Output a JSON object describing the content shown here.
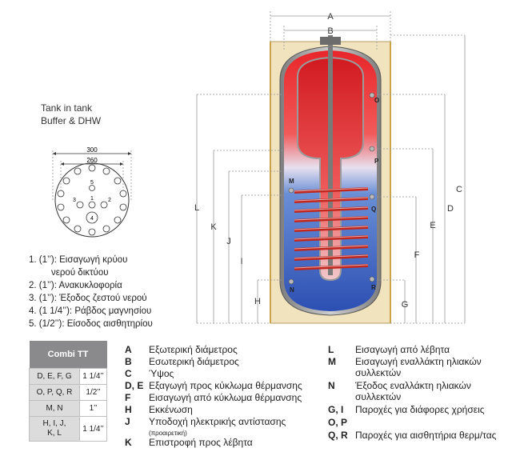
{
  "title_lines": [
    "Tank in tank",
    "Buffer & DHW"
  ],
  "top_view": {
    "outer_dim": "300",
    "inner_dim": "260",
    "port_numbers": [
      "1",
      "2",
      "3",
      "4",
      "5"
    ]
  },
  "connections": [
    "1. (1’’): Εισαγωγή κρύου",
    "νερού δικτύου",
    "2. (1’’): Ανακυκλοφορία",
    "3. (1’’): Έξοδος ζεστού νερού",
    "4. (1 1/4’’): Ράβδος μαγνησίου",
    "5. (1/2’’): Είσοδος αισθητηρίου"
  ],
  "diagram_labels": {
    "A": "A",
    "B": "B",
    "C": "C",
    "D": "D",
    "E": "E",
    "F": "F",
    "G": "G",
    "H": "H",
    "I": "I",
    "J": "J",
    "K": "K",
    "L": "L",
    "M": "M",
    "N": "N",
    "O": "O",
    "P": "P",
    "Q": "Q",
    "R": "R"
  },
  "spec_table": {
    "header": "Combi TT",
    "rows": [
      {
        "name": "D, E, F, G",
        "size": "1 1/4’’"
      },
      {
        "name": "O, P, Q, R",
        "size": "1/2’’"
      },
      {
        "name": "M, N",
        "size": "1’’"
      },
      {
        "name_lines": [
          "H, I, J,",
          "K, L"
        ],
        "size": "1 1/4’’"
      }
    ]
  },
  "legend_left": [
    {
      "key": "A",
      "text": "Εξωτερική διάμετρος"
    },
    {
      "key": "B",
      "text": "Εσωτερική διάμετρος"
    },
    {
      "key": "C",
      "text": "Ύψος"
    },
    {
      "key": "D, E",
      "text": "Εξαγωγή προς κύκλωμα θέρμανσης"
    },
    {
      "key": "F",
      "text": "Εισαγωγή από κύκλωμα θέρμανσης"
    },
    {
      "key": "H",
      "text": "Εκκένωση"
    },
    {
      "key": "J",
      "text": "Υποδοχή ηλεκτρικής αντίστασης",
      "note": "(προαιρετική)"
    },
    {
      "key": "K",
      "text": "Επιστροφή προς λέβητα"
    }
  ],
  "legend_right": [
    {
      "key": "L",
      "lines": [
        "Εισαγωγή από λέβητα"
      ]
    },
    {
      "key": "M",
      "lines": [
        "Εισαγωγή εναλλάκτη ηλιακών",
        "συλλεκτών"
      ]
    },
    {
      "key": "N",
      "lines": [
        "Έξοδος εναλλάκτη ηλιακών",
        "συλλεκτών"
      ]
    },
    {
      "key": "G, I",
      "lines": [
        "Παροχές για διάφορες χρήσεις"
      ]
    },
    {
      "key": "O, P",
      "lines": [
        ""
      ]
    },
    {
      "key": "Q, R",
      "lines": [
        "Παροχές για αισθητήρια θερμ/τας"
      ]
    }
  ]
}
